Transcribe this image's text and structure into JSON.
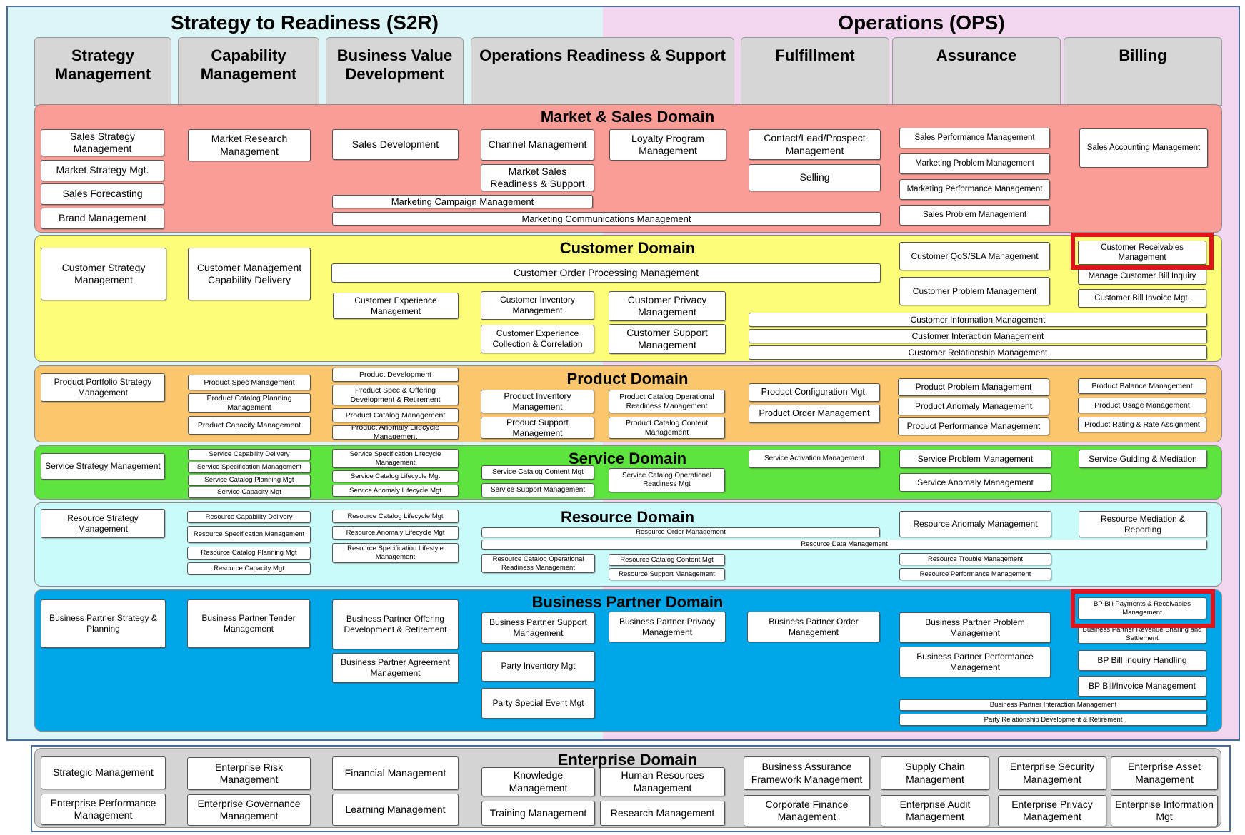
{
  "headers": {
    "s2r": "Strategy to Readiness (S2R)",
    "ops": "Operations (OPS)"
  },
  "columns": [
    "Strategy Management",
    "Capability Management",
    "Business Value Development",
    "Operations Readiness & Support",
    "Fulfillment",
    "Assurance",
    "Billing"
  ],
  "domains": {
    "market_sales": {
      "title": "Market & Sales Domain",
      "items": [
        "Sales Strategy Management",
        "Market Strategy Mgt.",
        "Sales Forecasting",
        "Brand Management",
        "Market Research Management",
        "Sales Development",
        "Channel Management",
        "Market Sales Readiness & Support",
        "Loyalty Program Management",
        "Marketing Campaign Management",
        "Marketing Communications Management",
        "Contact/Lead/Prospect Management",
        "Selling",
        "Sales Performance Management",
        "Marketing Problem Management",
        "Marketing Performance Management",
        "Sales Problem Management",
        "Sales Accounting Management"
      ]
    },
    "customer": {
      "title": "Customer Domain",
      "items": [
        "Customer Strategy Management",
        "Customer Management Capability Delivery",
        "Customer Order Processing Management",
        "Customer Experience Management",
        "Customer Inventory Management",
        "Customer Experience Collection & Correlation",
        "Customer Privacy Management",
        "Customer Support Management",
        "Customer QoS/SLA Management",
        "Customer Problem Management",
        "Customer Receivables Management",
        "Manage Customer Bill Inquiry",
        "Customer Bill Invoice Mgt.",
        "Customer Information Management",
        "Customer Interaction Management",
        "Customer Relationship Management"
      ]
    },
    "product": {
      "title": "Product Domain",
      "items": [
        "Product Portfolio Strategy Management",
        "Product Spec Management",
        "Product Catalog Planning Management",
        "Product Capacity Management",
        "Product Development",
        "Product Spec & Offering Development & Retirement",
        "Product Catalog Management",
        "Product Anomaly Lifecycle Management",
        "Product Inventory Management",
        "Product Support Management",
        "Product Catalog Operational Readiness Management",
        "Product Catalog Content Management",
        "Product Configuration Mgt.",
        "Product Order Management",
        "Product Problem Management",
        "Product Anomaly Management",
        "Product Performance Management",
        "Product Balance Management",
        "Product Usage Management",
        "Product Rating & Rate Assignment"
      ]
    },
    "service": {
      "title": "Service Domain",
      "items": [
        "Service Strategy Management",
        "Service Capability Delivery",
        "Service Specification Management",
        "Service Catalog Planning Mgt",
        "Service Capacity Mgt",
        "Service Specification Lifecycle Management",
        "Service Catalog Lifecycle Mgt",
        "Service Anomaly Lifecycle Mgt",
        "Service Catalog Content Mgt",
        "Service Support Management",
        "Service Catalog Operational Readiness Mgt",
        "Service Activation Management",
        "Service Problem Management",
        "Service Anomaly Management",
        "Service Guiding & Mediation"
      ]
    },
    "resource": {
      "title": "Resource Domain",
      "items": [
        "Resource Strategy Management",
        "Resource Capability Delivery",
        "Resource Specification Management",
        "Resource Catalog Planning Mgt",
        "Resource Capacity Mgt",
        "Resource Catalog Lifecycle Mgt",
        "Resource Anomaly Lifecycle Mgt",
        "Resource Specification Lifestyle Management",
        "Resource Order Management",
        "Resource Data Management",
        "Resource Catalog Operational Readiness Management",
        "Resource Catalog Content Mgt",
        "Resource Support Management",
        "Resource Anomaly Management",
        "Resource Trouble Management",
        "Resource Performance Management",
        "Resource Mediation & Reporting"
      ]
    },
    "bp": {
      "title": "Business Partner Domain",
      "items": [
        "Business Partner Strategy & Planning",
        "Business Partner Tender Management",
        "Business Partner Offering Development & Retirement",
        "Business Partner Agreement Management",
        "Business Partner Support Management",
        "Party Inventory Mgt",
        "Party Special Event Mgt",
        "Business Partner Privacy Management",
        "Business Partner Order Management",
        "Business Partner Problem Management",
        "Business Partner Performance Management",
        "BP Bill Payments & Receivables Management",
        "Business Partner Revenue Sharing and Settlement",
        "BP Bill Inquiry Handling",
        "BP Bill/Invoice Management",
        "Business Partner Interaction Management",
        "Party Relationship Development & Retirement"
      ]
    },
    "enterprise": {
      "title": "Enterprise Domain",
      "items": [
        "Strategic Management",
        "Enterprise Performance Management",
        "Enterprise Risk Management",
        "Enterprise Governance Management",
        "Financial Management",
        "Learning Management",
        "Knowledge Management",
        "Training Management",
        "Human Resources Management",
        "Research Management",
        "Business Assurance Framework Management",
        "Corporate Finance Management",
        "Supply Chain Management",
        "Enterprise Audit Management",
        "Enterprise Security Management",
        "Enterprise Privacy Management",
        "Enterprise Asset Management",
        "Enterprise Information Mgt"
      ]
    }
  },
  "colors": {
    "market_sales": "#fb9d97",
    "customer": "#fdfd7a",
    "product": "#fbc66e",
    "service": "#5ee33f",
    "resource": "#c9fbfb",
    "bp": "#00a7e8",
    "enterprise": "#d4d4d4",
    "highlight": "#e0141b"
  }
}
